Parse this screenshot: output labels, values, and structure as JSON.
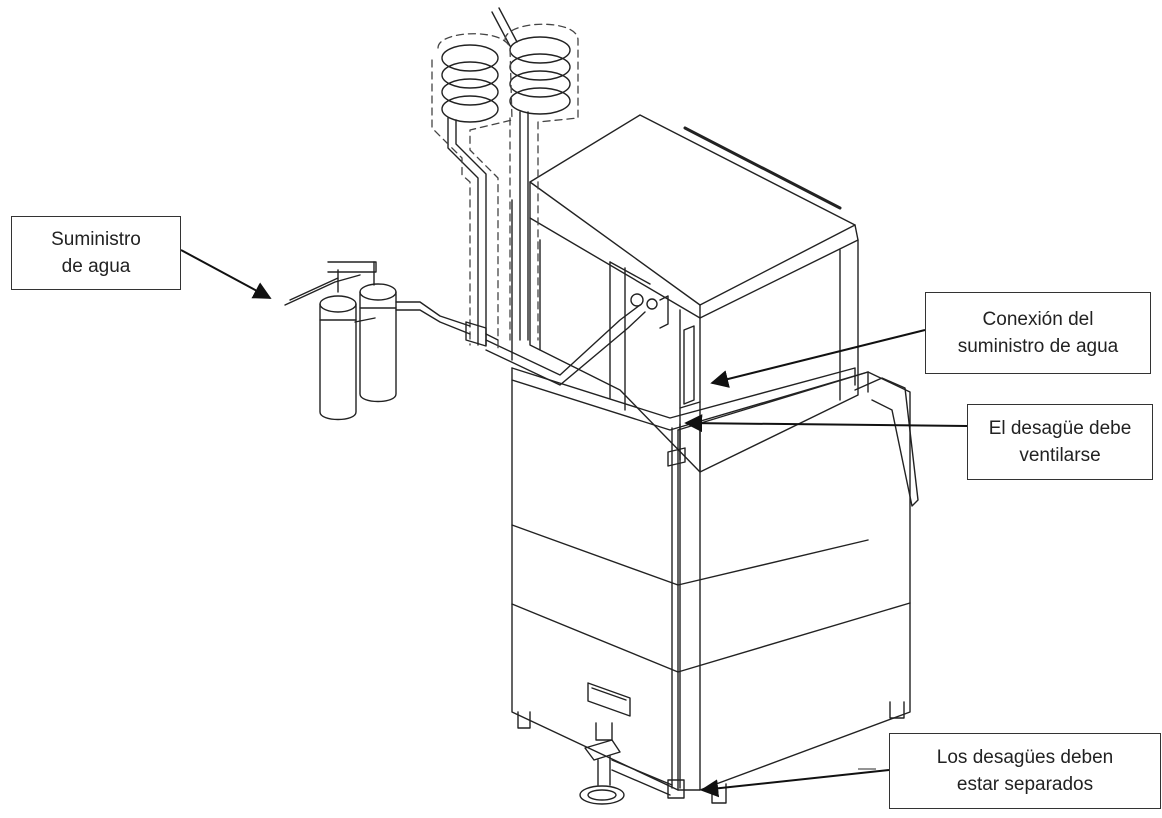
{
  "callouts": {
    "water_supply": {
      "line1": "Suministro",
      "line2": "de agua"
    },
    "water_connection": {
      "line1": "Conexión del",
      "line2": "suministro de agua"
    },
    "drain_vent": {
      "line1": "El desagüe debe",
      "line2": "ventilarse"
    },
    "drains_separate": {
      "line1": "Los desagües deben",
      "line2": "estar separados"
    }
  },
  "colors": {
    "line": "#222222",
    "box_border": "#333333",
    "background": "#ffffff",
    "dashed_insulation": "#444444"
  }
}
